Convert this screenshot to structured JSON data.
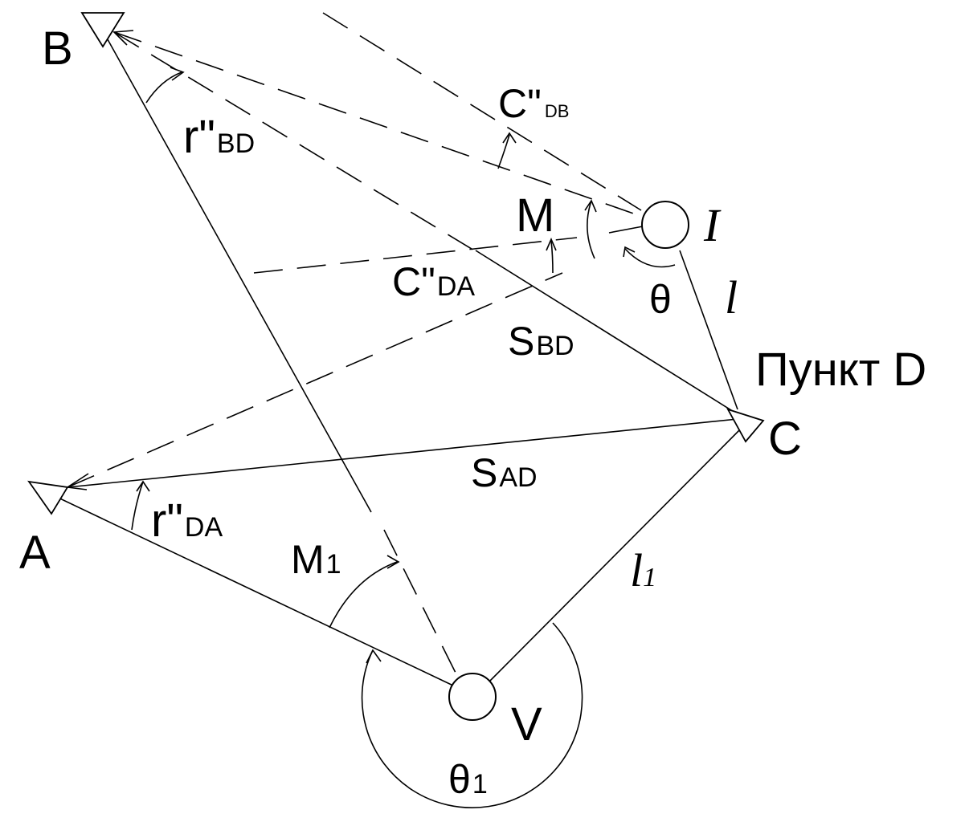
{
  "points": {
    "A": "A",
    "B": "B",
    "C": "C",
    "V": "V",
    "I": "I",
    "M": "M",
    "punkt_d": "Пункт D"
  },
  "labels": {
    "r_bd_main": "r\"",
    "r_bd_sub": "BD",
    "r_da_main": "r\"",
    "r_da_sub": "DA",
    "c_db_main": "C\"",
    "c_db_sub": "DB",
    "c_da_main": "C\"",
    "c_da_sub": "DA",
    "s_bd_main": "S",
    "s_bd_sub": "BD",
    "s_ad_main": "S",
    "s_ad_sub": "AD",
    "m1_main": "M",
    "m1_sub": "1",
    "theta": "θ",
    "theta1_main": "θ",
    "theta1_sub": "1",
    "l": "l",
    "l1_main": "l",
    "l1_sub": "1"
  }
}
